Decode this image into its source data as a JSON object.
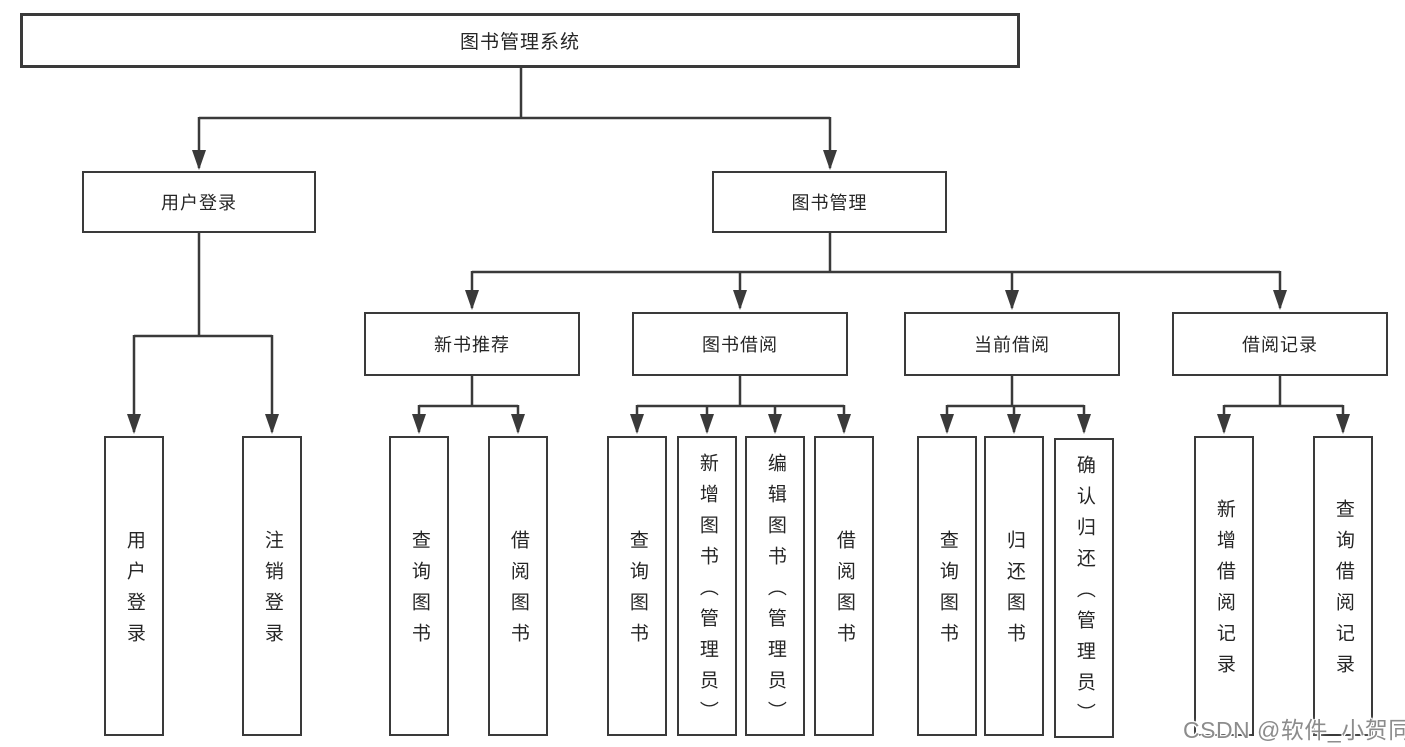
{
  "diagram": {
    "root": {
      "label": "图书管理系统"
    },
    "branches": {
      "user": {
        "label": "用户登录",
        "children": [
          {
            "label": "用户登录"
          },
          {
            "label": "注销登录"
          }
        ]
      },
      "books": {
        "label": "图书管理",
        "sections": [
          {
            "label": "新书推荐",
            "children": [
              {
                "label": "查询图书"
              },
              {
                "label": "借阅图书"
              }
            ]
          },
          {
            "label": "图书借阅",
            "children": [
              {
                "label": "查询图书"
              },
              {
                "label": "新增图书（管理员）"
              },
              {
                "label": "编辑图书（管理员）"
              },
              {
                "label": "借阅图书"
              }
            ]
          },
          {
            "label": "当前借阅",
            "children": [
              {
                "label": "查询图书"
              },
              {
                "label": "归还图书"
              },
              {
                "label": "确认归还（管理员）"
              }
            ]
          },
          {
            "label": "借阅记录",
            "children": [
              {
                "label": "新增借阅记录"
              },
              {
                "label": "查询借阅记录"
              }
            ]
          }
        ]
      }
    }
  },
  "watermark": {
    "text": "CSDN @软件_小贺同学"
  },
  "colors": {
    "line": "#3a3a3a",
    "border": "#3a3a3a",
    "text": "#262626",
    "background": "#ffffff",
    "watermark": "#8c8c8c"
  }
}
